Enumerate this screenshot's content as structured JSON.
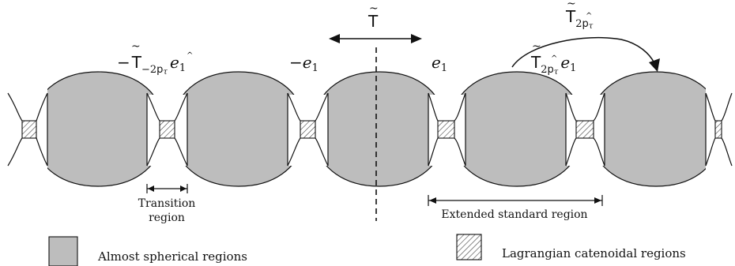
{
  "diagram": {
    "colors": {
      "sphere_fill": "#bdbdbd",
      "stroke": "#111111",
      "hatch": "#333333"
    },
    "labels": {
      "neg_shift_e1": {
        "sign": "−",
        "op": "T",
        "sub": "−2",
        "sub_p": "p",
        "sub_tau": "τ",
        "vec": "e",
        "vec_sub": "1"
      },
      "neg_e1": {
        "sign": "−",
        "vec": "e",
        "vec_sub": "1"
      },
      "reflection": {
        "op": "T"
      },
      "e1": {
        "vec": "e",
        "vec_sub": "1"
      },
      "translation": {
        "op": "T",
        "sub": "2",
        "sub_p": "p",
        "sub_tau": "τ"
      },
      "shift_e1": {
        "op": "T",
        "sub": "2",
        "sub_p": "p",
        "sub_tau": "τ",
        "vec": "e",
        "vec_sub": "1"
      }
    },
    "annotations": {
      "transition_line1": "Transition",
      "transition_line2": "region",
      "extended_standard": "Extended standard region"
    },
    "legend": {
      "spherical": "Almost spherical regions",
      "catenoidal": "Lagrangian catenoidal regions"
    },
    "icons": [
      "double-arrow-icon",
      "curved-arrow-icon"
    ]
  }
}
